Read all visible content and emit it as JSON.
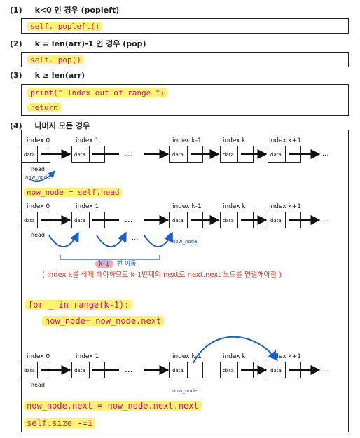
{
  "sections": [
    {
      "id": "s1",
      "label": "(1)",
      "title": "k<0 인 경우 (popleft)",
      "code": [
        "self. popleft()"
      ]
    },
    {
      "id": "s2",
      "label": "(2)",
      "title": "k = len(arr)-1 인 경우 (pop)",
      "code": [
        "self. pop()"
      ]
    },
    {
      "id": "s3",
      "label": "(3)",
      "title": "k ≥ len(arr)",
      "code": [
        "print(\" Index out of range \")",
        "return"
      ]
    }
  ],
  "section4": {
    "label": "(4)",
    "title": "나머지 모든 경우"
  },
  "list": {
    "index_labels": [
      "index 0",
      "index 1",
      "index k-1",
      "index k",
      "index k+1"
    ],
    "cell_label": "data",
    "ellipsis": "...",
    "tail": "...",
    "head_label": "head",
    "now_node_label": "now_node"
  },
  "code_blocks": {
    "now_node_head": "now_node = self.head",
    "for_loop": "for _ in range(k-1):",
    "loop_body": "now_node= now_node.next",
    "assign_next": "now_node.next = now_node.next.next",
    "size_dec": "self.size -=1"
  },
  "annotations": {
    "move_badge": "k-1",
    "move_text": "번 이동",
    "loop_dots": "...",
    "explanation": "( index k를 삭제 해야하므로 k-1번째의 next로 next.next 노드를 연결해야함 )"
  },
  "colors": {
    "code": "#d4148a",
    "highlight": "#fff03c",
    "blue": "#1a5fd1",
    "red": "#e23a2a",
    "line": "#111111"
  }
}
